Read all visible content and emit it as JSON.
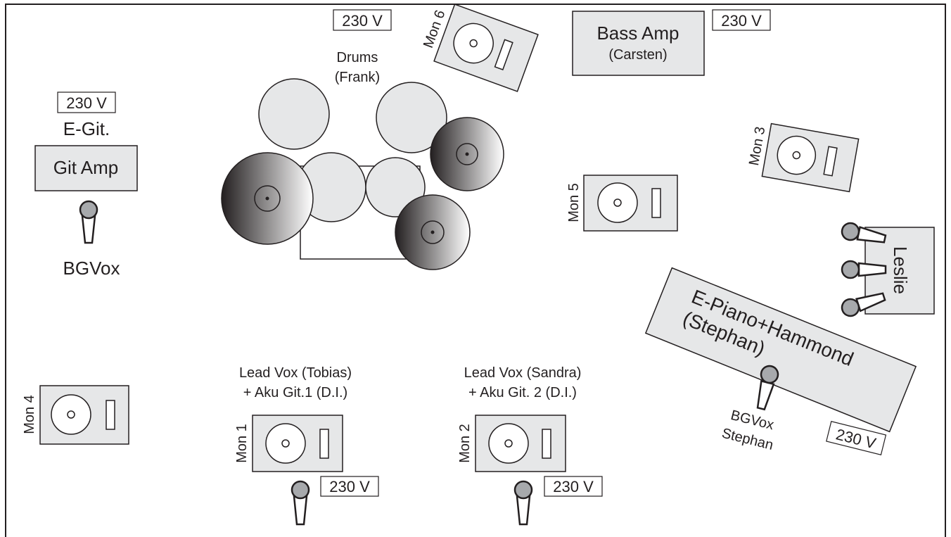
{
  "colors": {
    "line": "#231f20",
    "box_fill": "#e6e7e8",
    "drum_fill": "#e6e7e8",
    "mic_head": "#a7a9ac",
    "cymbal_light": "#ffffff",
    "cymbal_dark": "#231f20"
  },
  "power_label": "230 V",
  "monitors": {
    "mon1": "Mon 1",
    "mon2": "Mon 2",
    "mon3": "Mon 3",
    "mon4": "Mon 4",
    "mon5": "Mon 5",
    "mon6": "Mon 6"
  },
  "drums": {
    "line1": "Drums",
    "line2": "(Frank)"
  },
  "bass_amp": {
    "line1": "Bass Amp",
    "line2": "(Carsten)"
  },
  "guitar": {
    "label": "E-Git.",
    "amp": "Git Amp",
    "vox": "BGVox"
  },
  "leslie": "Leslie",
  "keys": {
    "line1": "E-Piano+Hammond",
    "line2": "(Stephan)",
    "vox_line1": "BGVox",
    "vox_line2": "Stephan"
  },
  "lead_tobias": {
    "line1": "Lead Vox (Tobias)",
    "line2": "+ Aku Git.1 (D.I.)"
  },
  "lead_sandra": {
    "line1": "Lead Vox (Sandra)",
    "line2": "+ Aku Git. 2 (D.I.)"
  }
}
